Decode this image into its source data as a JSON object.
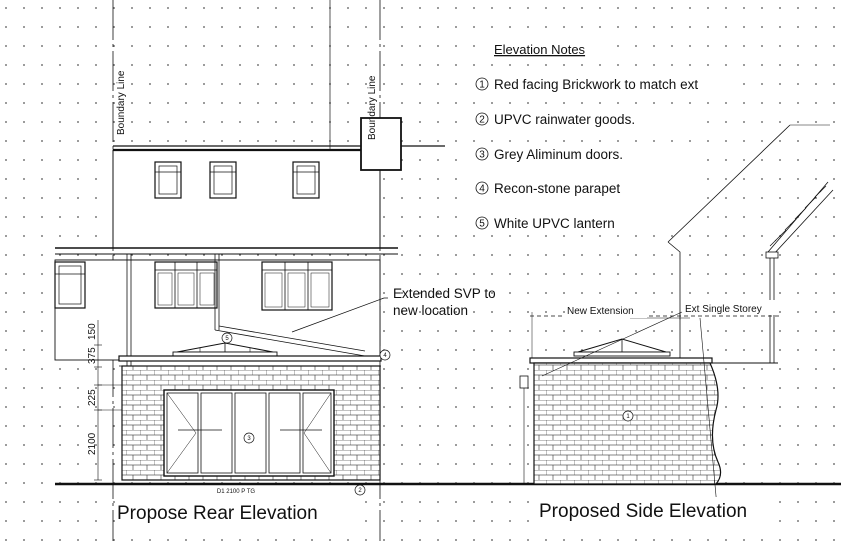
{
  "notes": {
    "title": "Elevation Notes",
    "items": [
      {
        "num": "1",
        "text": "Red facing Brickwork to match ext"
      },
      {
        "num": "2",
        "text": "UPVC rainwater goods."
      },
      {
        "num": "3",
        "text": "Grey Aliminum doors."
      },
      {
        "num": "4",
        "text": "Recon-stone parapet"
      },
      {
        "num": "5",
        "text": "White UPVC lantern"
      }
    ]
  },
  "labels": {
    "boundary_left": "Boundary Line",
    "boundary_right": "Boundary Line",
    "svp_line1": "Extended SVP to",
    "svp_line2": "new location",
    "new_extension": "New Extension",
    "ext_single": "Ext Single Storey",
    "door_tag": "D1 2100 P TG"
  },
  "dimensions": {
    "d150": "150",
    "d375": "375",
    "d225": "225",
    "d2100": "2100"
  },
  "markers": {
    "m5": "5",
    "m4": "4",
    "m3": "3",
    "m2": "2",
    "m1": "1"
  },
  "captions": {
    "rear": "Propose  Rear Elevation",
    "side": "Proposed Side Elevation"
  }
}
